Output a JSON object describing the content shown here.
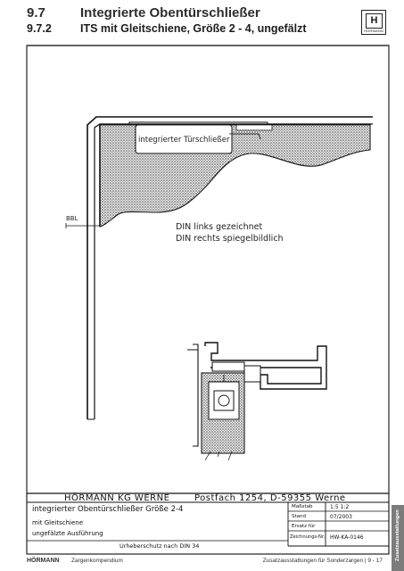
{
  "header": {
    "section_number": "9.7",
    "section_title": "Integrierte Obentürschließer",
    "subsection_number": "9.7.2",
    "subsection_title": "ITS mit Gleitschiene, Größe 2 - 4, ungefälzt",
    "logo_letter": "H",
    "logo_brand": "HÖRMANN"
  },
  "drawing": {
    "closer_label": "integrierter Türschließer",
    "bbl_label": "BBL",
    "din_line1": "DIN links gezeichnet",
    "din_line2": "DIN rechts spiegelbildlich"
  },
  "title_block": {
    "company": "HÖRMANN KG WERNE",
    "address": "Postfach 1254, D-59355 Werne",
    "line1": "integrierter Obentürschließer Größe 2-4",
    "line2": "mit Gleitschiene",
    "line3": "ungefälzte Ausführung",
    "copyright": "Urheberschutz nach DIN 34",
    "rows": [
      {
        "label": "Maßstab",
        "value": "1:5   1:2"
      },
      {
        "label": "Stand",
        "value": "07/2003"
      },
      {
        "label": "Ersatz für",
        "value": ""
      },
      {
        "label": "Zeichnungs-Nr.:",
        "value": "HW-KA-0146"
      }
    ]
  },
  "footer": {
    "brand": "HÖRMANN",
    "left_text": "Zargenkompendium",
    "right_text": "Zusatzausstattungen für Sonderzargen  |  9 - 17",
    "side_tab": "Zusatzausstattungen"
  }
}
